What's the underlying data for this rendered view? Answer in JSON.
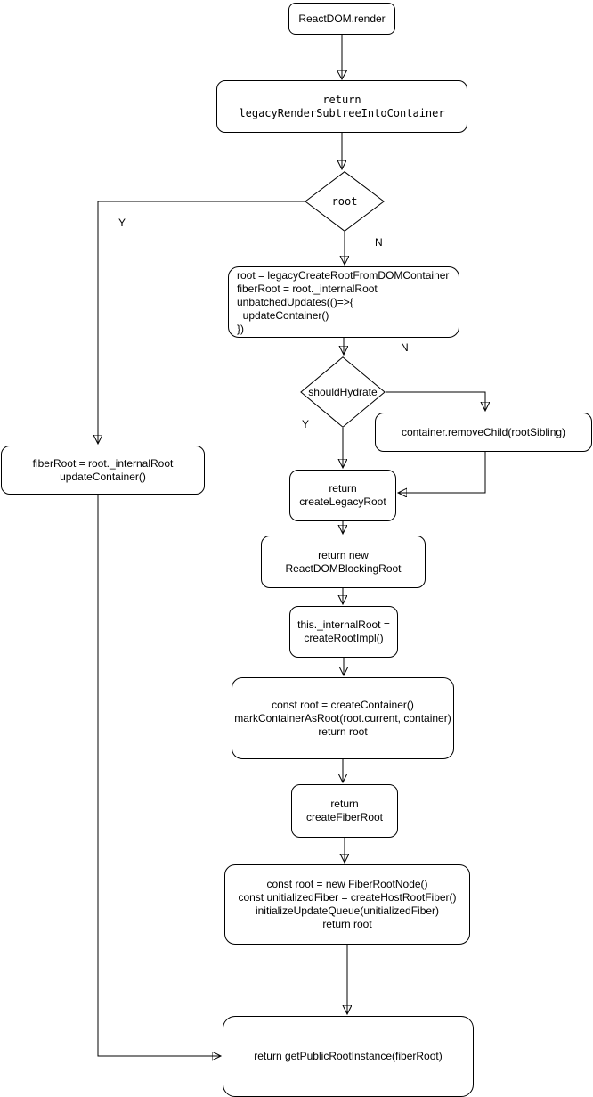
{
  "diagram": {
    "type": "flowchart",
    "colors": {
      "stroke": "#000000",
      "background": "#ffffff",
      "text": "#000000"
    },
    "nodes": {
      "reactdom_render": {
        "text": "ReactDOM.render"
      },
      "legacy_render_subtree": {
        "text": "return\nlegacyRenderSubtreeIntoContainer"
      },
      "root_decision": {
        "text": "root"
      },
      "create_root_from_dom": {
        "text": "root = legacyCreateRootFromDOMContainer\nfiberRoot = root._internalRoot\nunbatchedUpdates(()=>{\n  updateContainer()\n})"
      },
      "should_hydrate_decision": {
        "text": "shouldHydrate"
      },
      "remove_child": {
        "text": "container.removeChild(rootSibling)"
      },
      "create_legacy_root": {
        "text": "return\ncreateLegacyRoot"
      },
      "fiber_root_update_container": {
        "text": "fiberRoot = root._internalRoot\nupdateContainer()"
      },
      "reactdom_blocking_root": {
        "text": "return new\nReactDOMBlockingRoot"
      },
      "internal_root_create_root_impl": {
        "text": "this._internalRoot =\ncreateRootImpl()"
      },
      "create_container": {
        "text": "const root = createContainer()\nmarkContainerAsRoot(root.current, container)\nreturn root"
      },
      "create_fiber_root": {
        "text": "return\ncreateFiberRoot"
      },
      "fiber_root_node": {
        "text": "const root = new FiberRootNode()\nconst unitializedFiber = createHostRootFiber()\ninitializeUpdateQueue(unitializedFiber)\nreturn root"
      },
      "get_public_root_instance": {
        "text": "return getPublicRootInstance(fiberRoot)"
      }
    },
    "edge_labels": {
      "root_yes": "Y",
      "root_no": "N",
      "hydrate_no": "N",
      "hydrate_yes": "Y"
    }
  }
}
